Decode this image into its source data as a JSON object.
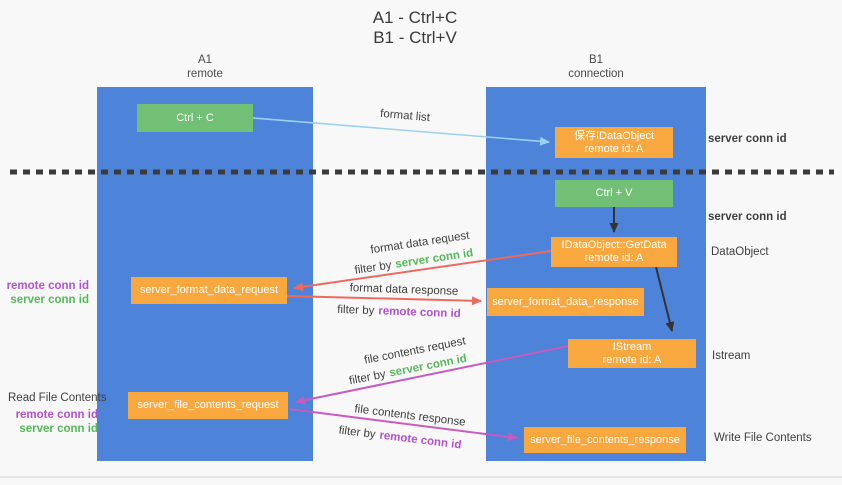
{
  "title": {
    "line1": "A1 - Ctrl+C",
    "line2": "B1 - Ctrl+V"
  },
  "lanes": {
    "left": {
      "title": "A1",
      "subtitle": "remote"
    },
    "right": {
      "title": "B1",
      "subtitle": "connection"
    }
  },
  "nodes": {
    "ctrl_c": {
      "label": "Ctrl + C"
    },
    "ctrl_v": {
      "label": "Ctrl + V"
    },
    "save_dataobject": {
      "line1": "保存IDataObject",
      "line2": "remote id: A"
    },
    "getdata": {
      "line1": "IDataObject::GetData",
      "line2": "remote id: A"
    },
    "istream": {
      "line1": "IStream",
      "line2": "remote id: A"
    },
    "server_format_data_request": {
      "label": "server_format_data_request"
    },
    "server_format_data_response": {
      "label": "server_format_data_response"
    },
    "server_file_contents_request": {
      "label": "server_file_contents_request"
    },
    "server_file_contents_response": {
      "label": "server_file_contents_response"
    }
  },
  "labels": {
    "format_list": "format list",
    "format_data_request": "format data request",
    "format_data_response": "format data response",
    "file_contents_request": "file contents request",
    "file_contents_response": "file contents response",
    "filter_by": "filter by",
    "server_conn_id": "server conn id",
    "remote_conn_id": "remote conn id",
    "dataobject": "DataObject",
    "istream": "Istream",
    "read_file_contents": "Read File Contents",
    "write_file_contents": "Write File Contents"
  },
  "colors": {
    "lane_blue": "#4d84da",
    "node_orange": "#f8a83e",
    "node_green": "#72c076",
    "text_green": "#55b85a",
    "text_purple": "#b352d1",
    "arrow_red": "#ec6a60",
    "arrow_magenta": "#c65bc0",
    "arrow_lightblue": "#9bd0f2",
    "arrow_black": "#333333"
  }
}
